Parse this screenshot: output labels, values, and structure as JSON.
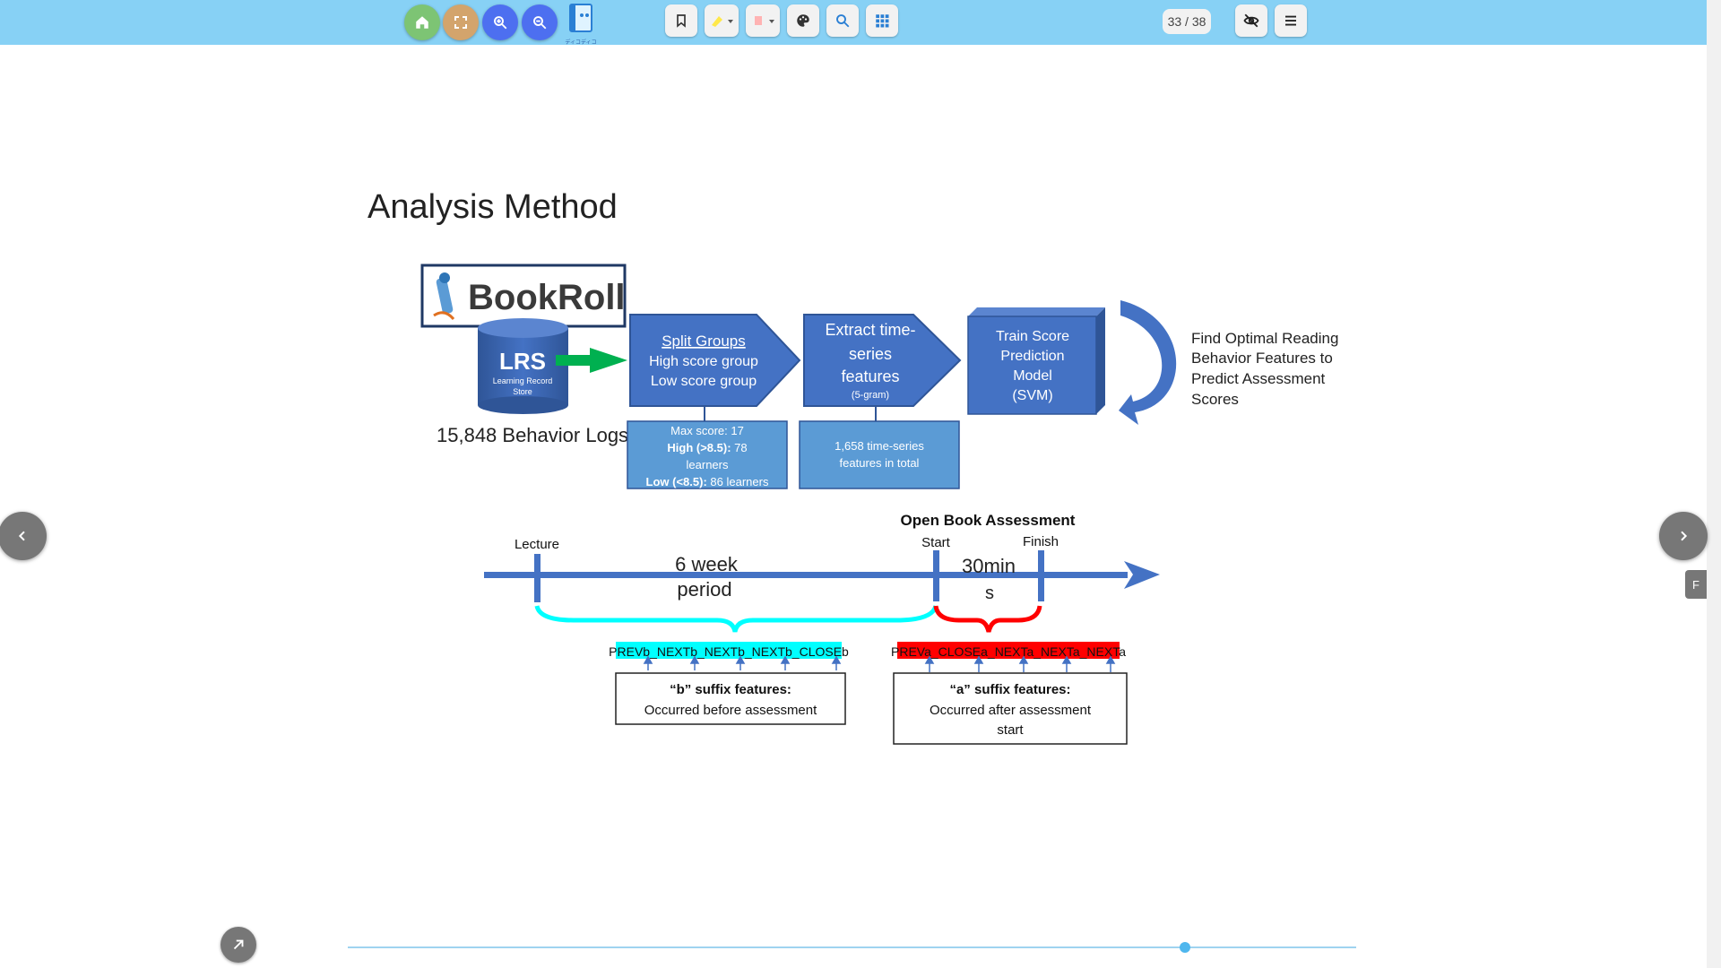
{
  "toolbar": {
    "home_icon": "home-icon",
    "fullscreen_icon": "fullscreen-icon",
    "zoom_in_icon": "zoom-in-icon",
    "zoom_out_icon": "zoom-out-icon",
    "logo_icon": "viewer-logo-icon",
    "logo_text": "ディコディコ",
    "bookmark_icon": "bookmark-icon",
    "highlight_yellow_icon": "highlighter-yellow-icon",
    "highlight_red_icon": "highlighter-red-icon",
    "palette_icon": "palette-icon",
    "search_icon": "search-icon",
    "grid_icon": "grid-icon",
    "page_indicator": "33 / 38",
    "hide_icon": "eye-off-icon",
    "menu_icon": "menu-icon",
    "colors": {
      "bar": "#87d1f5",
      "home": "#7dc474",
      "fullscreen": "#d3a46c",
      "zoom": "#4d6ff0"
    }
  },
  "navigation": {
    "prev_icon": "chevron-left-icon",
    "next_icon": "chevron-right-icon",
    "side_tab_label": "F",
    "expand_icon": "arrow-up-right-icon"
  },
  "progress": {
    "fraction": 0.83
  },
  "slide": {
    "title": "Analysis Method",
    "bookroll_logo_text": "BookRoll",
    "lrs_title": "LRS",
    "lrs_sub1": "Learning Record",
    "lrs_sub2": "Store",
    "behavior_logs": "15,848 Behavior Logs",
    "split_groups": {
      "title": "Split Groups",
      "line1": "High score group",
      "line2": "Low score group"
    },
    "split_detail": {
      "line1": "Max score: 17",
      "line2_bold": "High (>8.5):",
      "line2_rest": " 78",
      "line3": "learners",
      "line4_bold": "Low (<8.5):",
      "line4_rest": " 86 learners"
    },
    "extract": {
      "line1": "Extract time-",
      "line2": "series",
      "line3": "features",
      "line4": "(5-gram)"
    },
    "extract_detail": {
      "line1": "1,658 time-series",
      "line2": "features in total"
    },
    "train": {
      "line1": "Train Score",
      "line2": "Prediction",
      "line3": "Model",
      "line4": "(SVM)"
    },
    "find": {
      "line1": "Find Optimal Reading",
      "line2": "Behavior Features to",
      "line3": "Predict Assessment",
      "line4": "Scores"
    },
    "timeline": {
      "lecture": "Lecture",
      "open_book": "Open Book Assessment",
      "start": "Start",
      "finish": "Finish",
      "period_line1": "6 week",
      "period_line2": "period",
      "mins_line1": "30min",
      "mins_line2": "s"
    },
    "b_sequence": "PREVb_NEXTb_NEXTb_NEXTb_CLOSEb",
    "a_sequence": "PREVa_CLOSEa_NEXTa_NEXTa_NEXTa",
    "b_box": {
      "title": "“b” suffix features:",
      "line1": "Occurred before assessment"
    },
    "a_box": {
      "title": "“a” suffix features:",
      "line1": "Occurred after assessment",
      "line2": "start"
    },
    "colors": {
      "blue": "#4472c4",
      "light_blue": "#5b9bd5",
      "green": "#00b050",
      "cyan": "#00ffff",
      "red": "#ff0000",
      "navy": "#1f3864"
    }
  }
}
